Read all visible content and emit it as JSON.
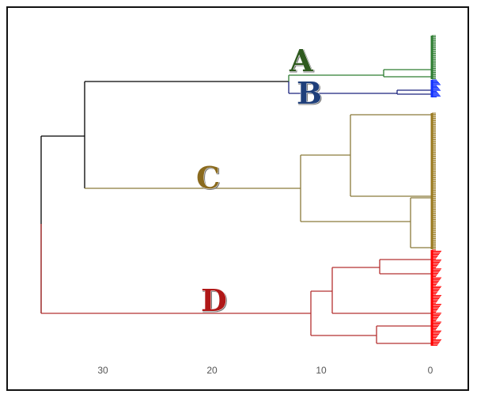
{
  "figure": {
    "axis_ticks": [
      "30",
      "20",
      "10",
      "0"
    ],
    "cluster_labels": [
      {
        "key": "A",
        "text": "A",
        "color": "#2f5a1f"
      },
      {
        "key": "B",
        "text": "B",
        "color": "#1f3f7a"
      },
      {
        "key": "C",
        "text": "C",
        "color": "#8a6a1e"
      },
      {
        "key": "D",
        "text": "D",
        "color": "#b01818"
      }
    ],
    "branch_colors": {
      "root": "#000000",
      "A": "#2e7d32",
      "B": "#1a237e",
      "C": "#8a7a3a",
      "D": "#b53030",
      "A_leaves": "#2e7d32",
      "B_leaves": "#1030ff",
      "C_leaves": "#9a7a20",
      "D_leaves": "#ff0000"
    }
  }
}
